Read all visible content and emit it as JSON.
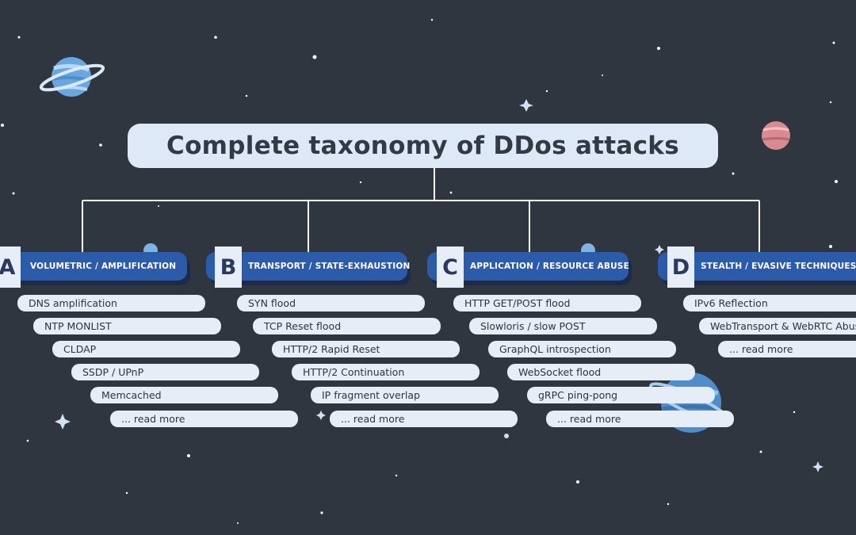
{
  "title": "Complete taxonomy of DDos attacks",
  "colors": {
    "background": "#2f3640",
    "category_bar": "#2c5baa",
    "pill": "#e6edf6",
    "title_box": "#dde9f7",
    "connector": "#ffffff"
  },
  "categories": [
    {
      "letter": "A",
      "name": "VOLUMETRIC / AMPLIFICATION",
      "items": [
        "DNS amplification",
        "NTP MONLIST",
        "CLDAP",
        "SSDP / UPnP",
        "Memcached"
      ],
      "more": "... read more"
    },
    {
      "letter": "B",
      "name": "TRANSPORT / STATE-EXHAUSTION",
      "items": [
        "SYN flood",
        "TCP Reset flood",
        "HTTP/2 Rapid Reset",
        "HTTP/2 Continuation",
        "IP fragment overlap"
      ],
      "more": "... read more"
    },
    {
      "letter": "C",
      "name": "APPLICATION / RESOURCE ABUSE",
      "items": [
        "HTTP GET/POST flood",
        "Slowloris / slow POST",
        "GraphQL introspection",
        "WebSocket flood",
        "gRPC ping-pong"
      ],
      "more": "... read more"
    },
    {
      "letter": "D",
      "name": "STEALTH / EVASIVE TECHNIQUES",
      "items": [
        "IPv6 Reflection",
        "WebTransport & WebRTC Abuse"
      ],
      "more": "... read more"
    }
  ],
  "decorations": [
    "ringed-planet-icon",
    "pink-planet-icon",
    "blue-planet-icon",
    "sparkle-star-icon"
  ]
}
